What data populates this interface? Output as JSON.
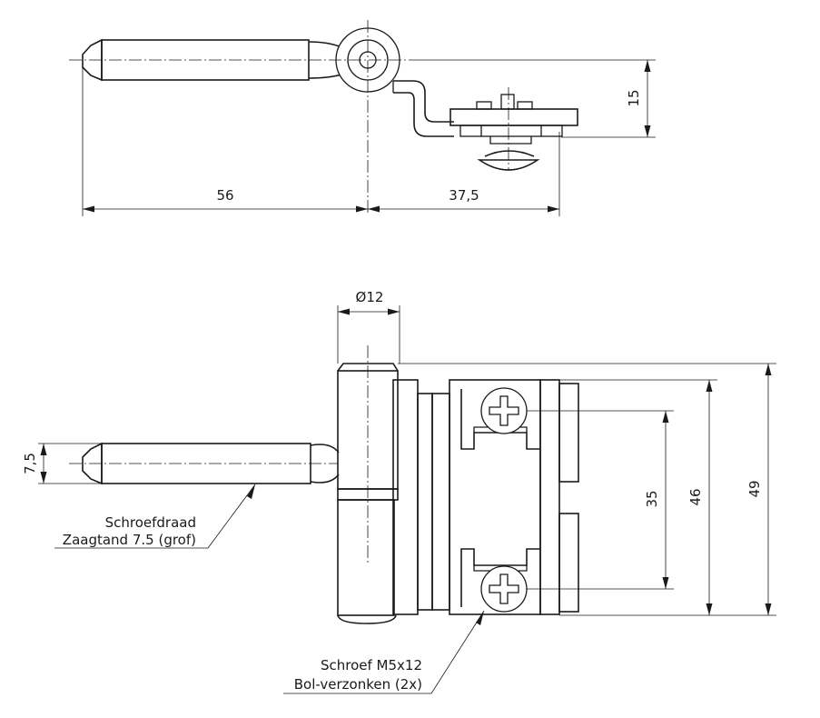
{
  "top_view": {
    "dim_horizontal_left": "56",
    "dim_horizontal_right": "37,5",
    "dim_vertical": "15"
  },
  "front_view": {
    "dim_diameter": "Ø12",
    "dim_pin_height": "7,5",
    "dim_screw_spacing": "35",
    "dim_plate_height": "46",
    "dim_total_height": "49"
  },
  "annotations": {
    "thread_line1": "Schroefdraad",
    "thread_line2": "Zaagtand 7.5 (grof)",
    "screw_line1": "Schroef M5x12",
    "screw_line2": "Bol-verzonken (2x)"
  }
}
